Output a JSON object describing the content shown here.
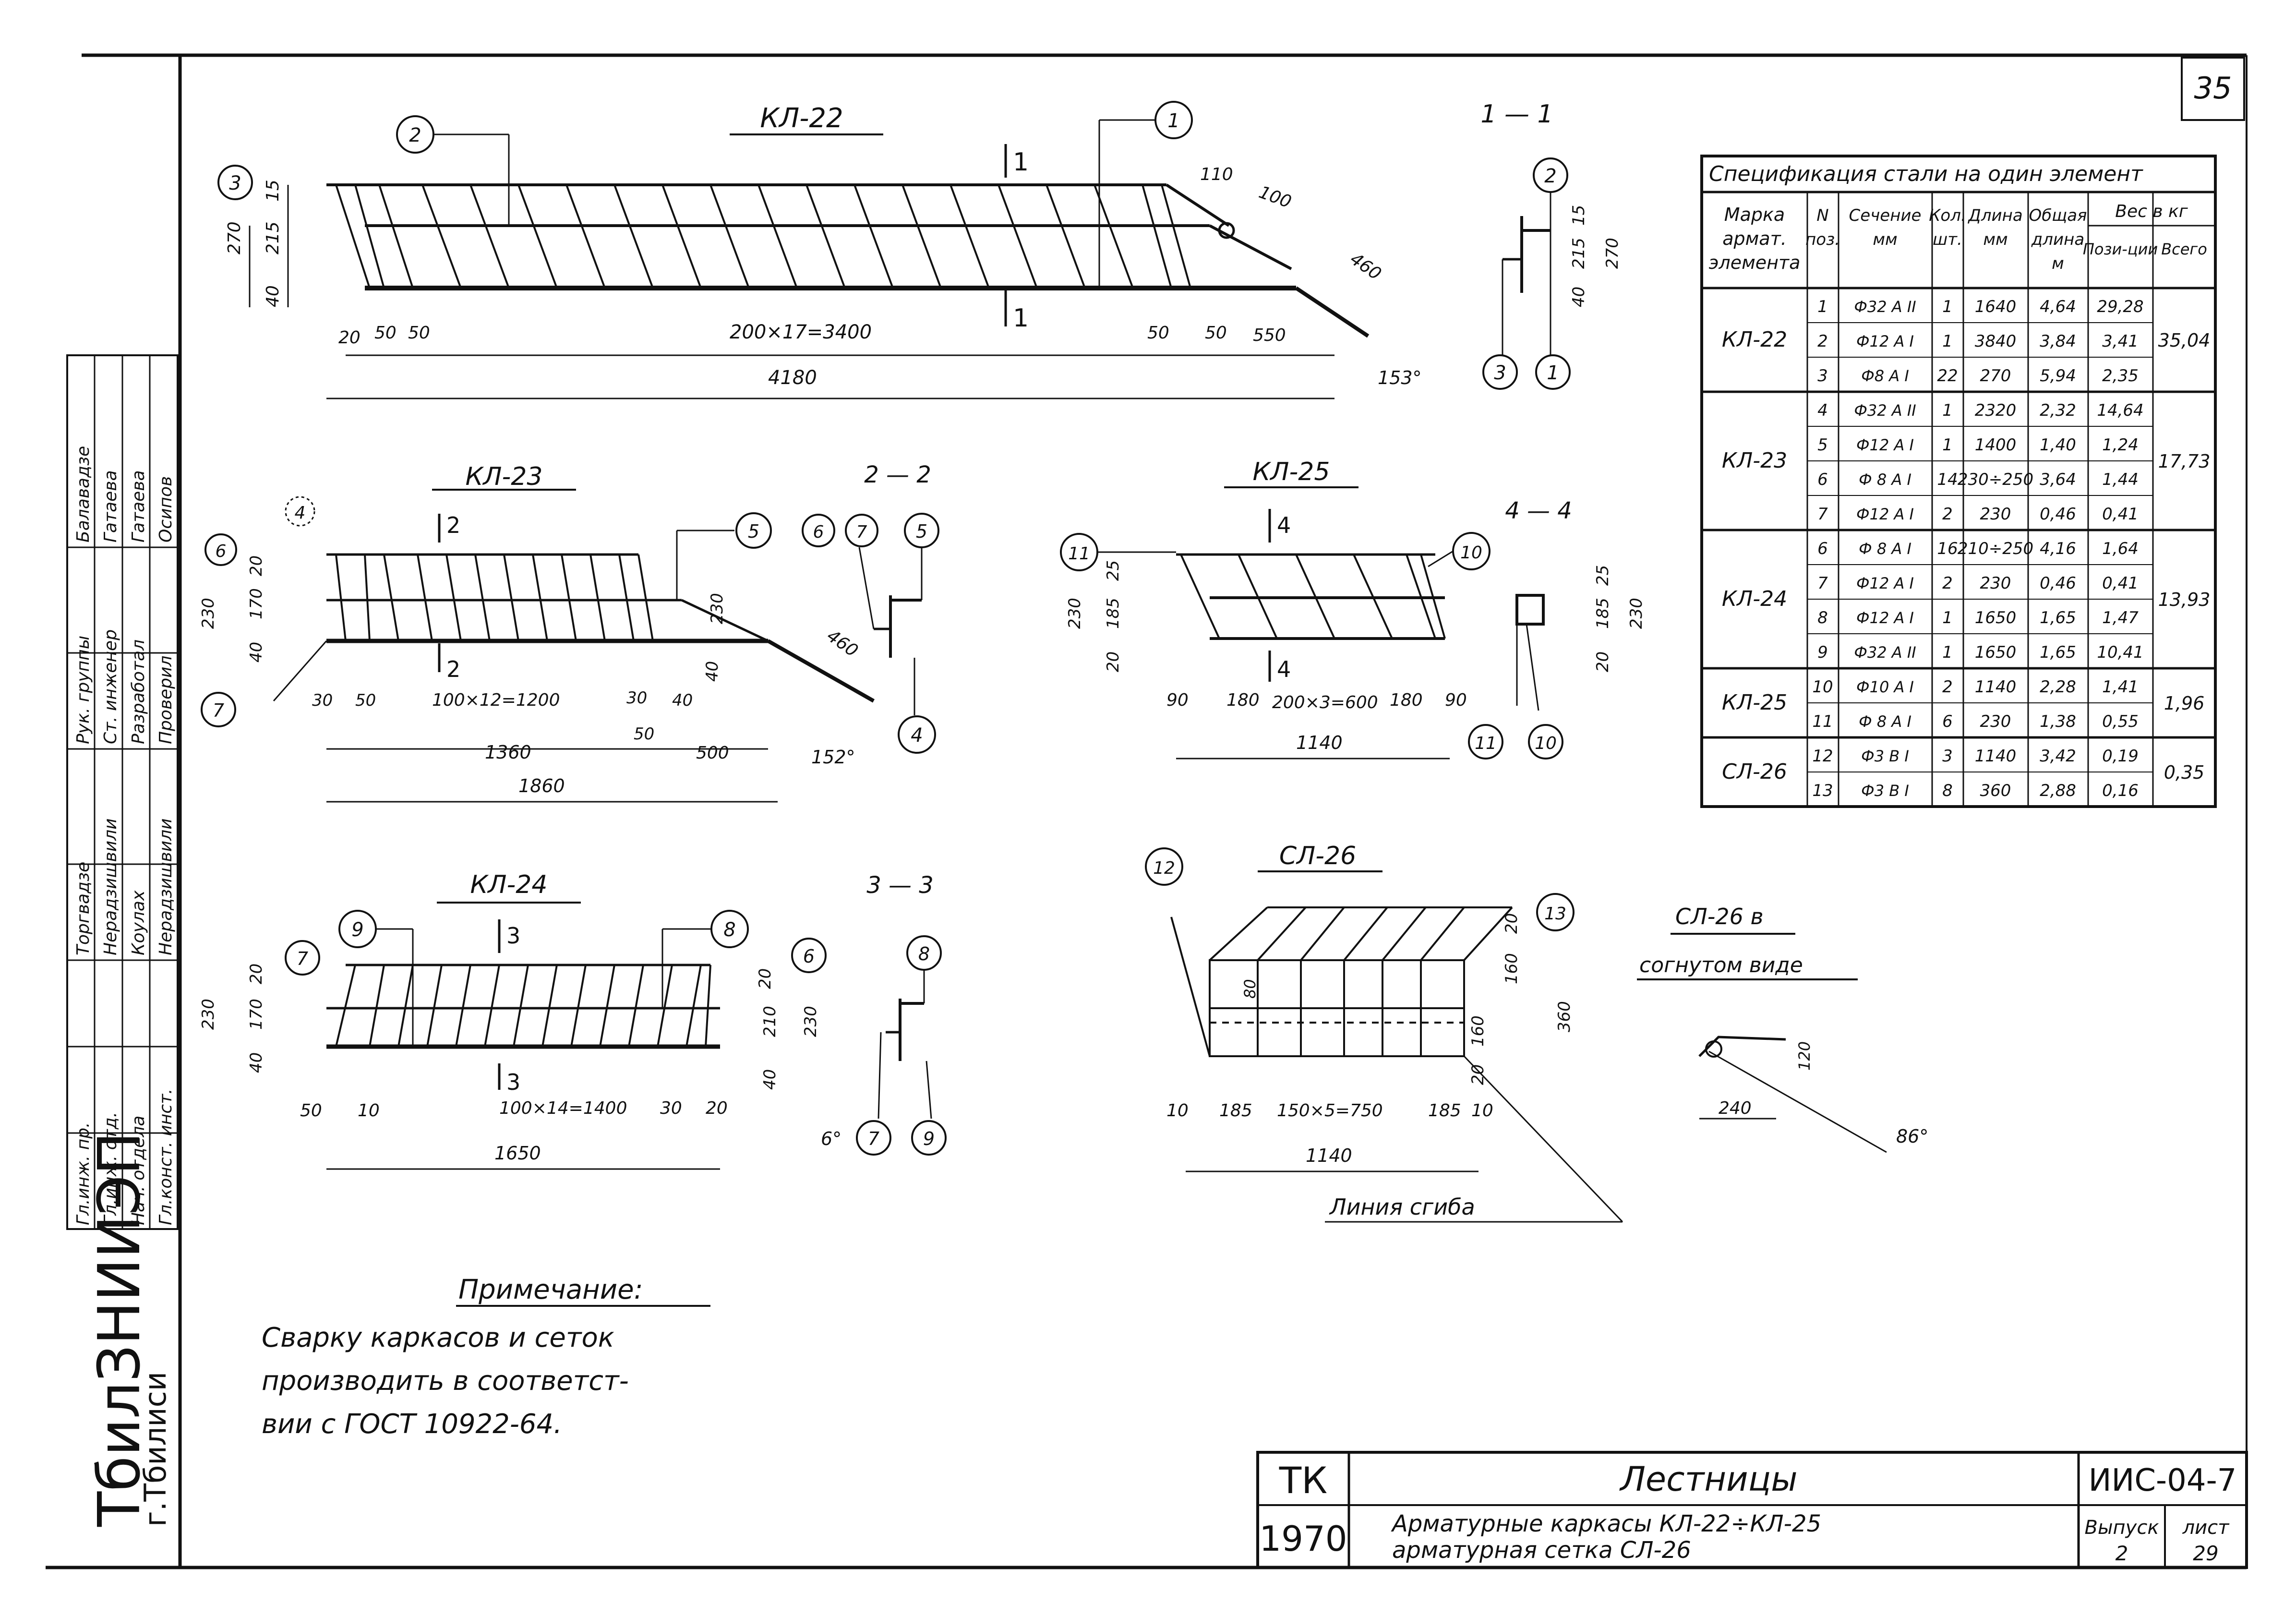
{
  "page": {
    "sheet_no": "35",
    "org": [
      "ТбилЗНИИЭП",
      "г.Тбилиси"
    ]
  },
  "stamp": {
    "roles": [
      "Гл.инж. пр.",
      "Гл.инж. отд.",
      "Нач. отдела",
      "Гл.конст. инст."
    ],
    "names": [
      "Торгвадзе",
      "Нерадзишвили",
      "Коулах",
      "Нерадзишвили"
    ],
    "roles2": [
      "Рук. группы",
      "Ст. инженер",
      "Разработал",
      "Проверил"
    ],
    "names2": [
      "Балавадзе",
      "Гатаева",
      "Гатаева",
      "Осипов"
    ]
  },
  "drawings": {
    "kl22": {
      "title": "КЛ-22",
      "dims": [
        "270",
        "215",
        "15",
        "40",
        "20",
        "50",
        "50",
        "200×17=3400",
        "50",
        "50",
        "550",
        "4180",
        "110",
        "100",
        "460",
        "153°"
      ],
      "section": "1"
    },
    "sec11": {
      "title": "1 — 1",
      "dims": [
        "15",
        "215",
        "270",
        "40"
      ]
    },
    "kl23": {
      "title": "КЛ-23",
      "dims": [
        "230",
        "170",
        "20",
        "40",
        "30",
        "50",
        "100×12=1200",
        "30",
        "40",
        "50",
        "1360",
        "500",
        "1860",
        "230",
        "40",
        "460",
        "152°"
      ],
      "section": "2"
    },
    "sec22": {
      "title": "2 — 2"
    },
    "kl25": {
      "title": "КЛ-25",
      "dims": [
        "230",
        "185",
        "25",
        "20",
        "90",
        "180",
        "200×3=600",
        "180",
        "90",
        "1140"
      ],
      "section": "4"
    },
    "sec44": {
      "title": "4 — 4",
      "dims": [
        "25",
        "185",
        "230",
        "20"
      ]
    },
    "kl24": {
      "title": "КЛ-24",
      "dims": [
        "230",
        "170",
        "20",
        "40",
        "50",
        "10",
        "100×14=1400",
        "30",
        "20",
        "1650",
        "20",
        "210",
        "230",
        "40"
      ],
      "section": "3"
    },
    "sec33": {
      "title": "3 — 3"
    },
    "sl26": {
      "title": "СЛ-26",
      "dims": [
        "20",
        "160",
        "160",
        "20",
        "360",
        "80",
        "10",
        "185",
        "150×5=750",
        "185",
        "10",
        "1140"
      ],
      "bend_line": "Линия сгиба"
    },
    "sl26b": {
      "title": "СЛ-26 в",
      "subtitle": "согнутом виде",
      "dims": [
        "240",
        "120",
        "86°"
      ]
    }
  },
  "spec": {
    "title": "Спецификация стали на один элемент",
    "headers": [
      "Марка армат. элемента",
      "N поз.",
      "Сечение мм",
      "Кол. шт.",
      "Длина мм",
      "Общая длина м",
      "Вес в кг позиции",
      "Всего"
    ],
    "weight_header": "Вес в кг",
    "sub_headers": [
      "Пози-ции",
      "Всего"
    ],
    "groups": [
      {
        "mark": "КЛ-22",
        "total": "35,04",
        "rows": [
          [
            "1",
            "Ф32 А II",
            "1",
            "1640",
            "4,64",
            "29,28"
          ],
          [
            "2",
            "Ф12 А I",
            "1",
            "3840",
            "3,84",
            "3,41"
          ],
          [
            "3",
            "Ф8 А I",
            "22",
            "270",
            "5,94",
            "2,35"
          ]
        ]
      },
      {
        "mark": "КЛ-23",
        "total": "17,73",
        "rows": [
          [
            "4",
            "Ф32 А II",
            "1",
            "2320",
            "2,32",
            "14,64"
          ],
          [
            "5",
            "Ф12 А I",
            "1",
            "1400",
            "1,40",
            "1,24"
          ],
          [
            "6",
            "Ф 8 А I",
            "14",
            "230÷250",
            "3,64",
            "1,44"
          ],
          [
            "7",
            "Ф12 А I",
            "2",
            "230",
            "0,46",
            "0,41"
          ]
        ]
      },
      {
        "mark": "КЛ-24",
        "total": "13,93",
        "rows": [
          [
            "6",
            "Ф 8 А I",
            "16",
            "210÷250",
            "4,16",
            "1,64"
          ],
          [
            "7",
            "Ф12 А I",
            "2",
            "230",
            "0,46",
            "0,41"
          ],
          [
            "8",
            "Ф12 А I",
            "1",
            "1650",
            "1,65",
            "1,47"
          ],
          [
            "9",
            "Ф32 А II",
            "1",
            "1650",
            "1,65",
            "10,41"
          ]
        ]
      },
      {
        "mark": "КЛ-25",
        "total": "1,96",
        "rows": [
          [
            "10",
            "Ф10 А I",
            "2",
            "1140",
            "2,28",
            "1,41"
          ],
          [
            "11",
            "Ф 8 А I",
            "6",
            "230",
            "1,38",
            "0,55"
          ]
        ]
      },
      {
        "mark": "СЛ-26",
        "total": "0,35",
        "rows": [
          [
            "12",
            "Ф3 В I",
            "3",
            "1140",
            "3,42",
            "0,19"
          ],
          [
            "13",
            "Ф3 В I",
            "8",
            "360",
            "2,88",
            "0,16"
          ]
        ]
      }
    ]
  },
  "note": {
    "title": "Примечание:",
    "lines": [
      "Сварку каркасов и сеток",
      "производить в соответст-",
      "вии с ГОСТ 10922-64."
    ]
  },
  "titleblock": {
    "code": "ТК",
    "year": "1970",
    "name": "Лестницы",
    "desc1": "Арматурные каркасы КЛ-22÷КЛ-25",
    "desc2": "арматурная сетка СЛ-26",
    "doc": "ИИС-04-7",
    "vyp_label": "Выпуск",
    "vyp": "2",
    "list_label": "лист",
    "list": "29"
  }
}
